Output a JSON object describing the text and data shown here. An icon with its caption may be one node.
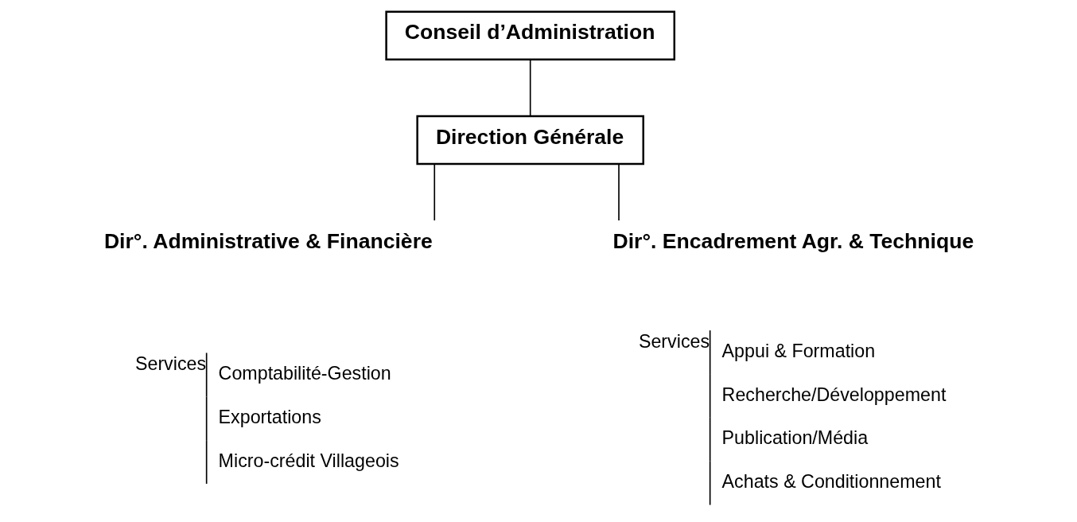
{
  "diagram": {
    "nodes": [
      {
        "text": [
          "Conseil d’Administration"
        ]
      },
      {
        "text": [
          "Direction Générale"
        ]
      },
      {
        "text": [
          "Dir°. Administrative & Financière"
        ],
        "beside": [
          "Services",
          "Comptabilité-Gestion",
          "Exportations",
          "Micro-crédit Villageois"
        ]
      },
      {
        "text": [
          "Dir°. Encadrement Agr. & Technique"
        ],
        "beside": [
          "Services",
          "Appui & Formation",
          "Recherche/Développement",
          "Publication/Média",
          "Achats & Conditionnement"
        ]
      }
    ],
    "edges": [
      {
        "from": 0,
        "to": 1,
        "arrow": "none"
      },
      {
        "from": 1,
        "to": 2,
        "arrow": "none"
      },
      {
        "from": 1,
        "to": 3,
        "arrow": "none"
      }
    ]
  }
}
